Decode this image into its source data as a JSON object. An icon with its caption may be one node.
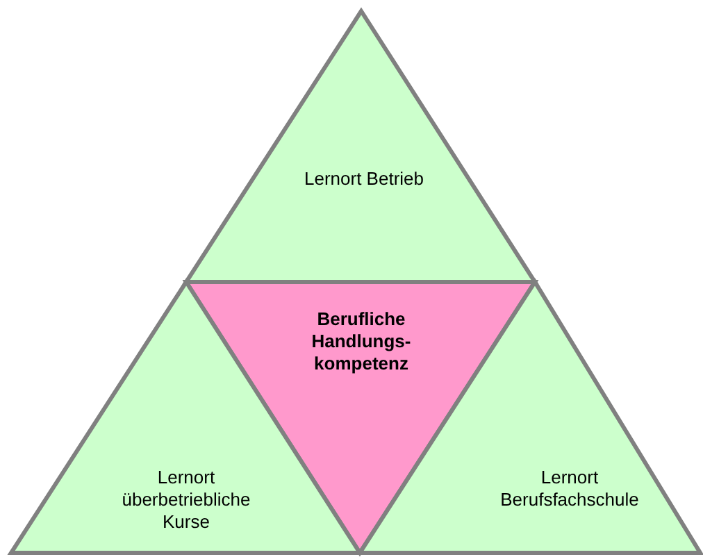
{
  "diagram": {
    "nodes": [
      {
        "text": [
          "Lernort Betrieb"
        ]
      },
      {
        "text": [
          "Berufliche Handlungs-kompetenz"
        ]
      },
      {
        "text": [
          "Lernort überbetriebliche Kurse"
        ]
      },
      {
        "text": [
          "Lernort Berufsfachschule"
        ]
      }
    ]
  }
}
